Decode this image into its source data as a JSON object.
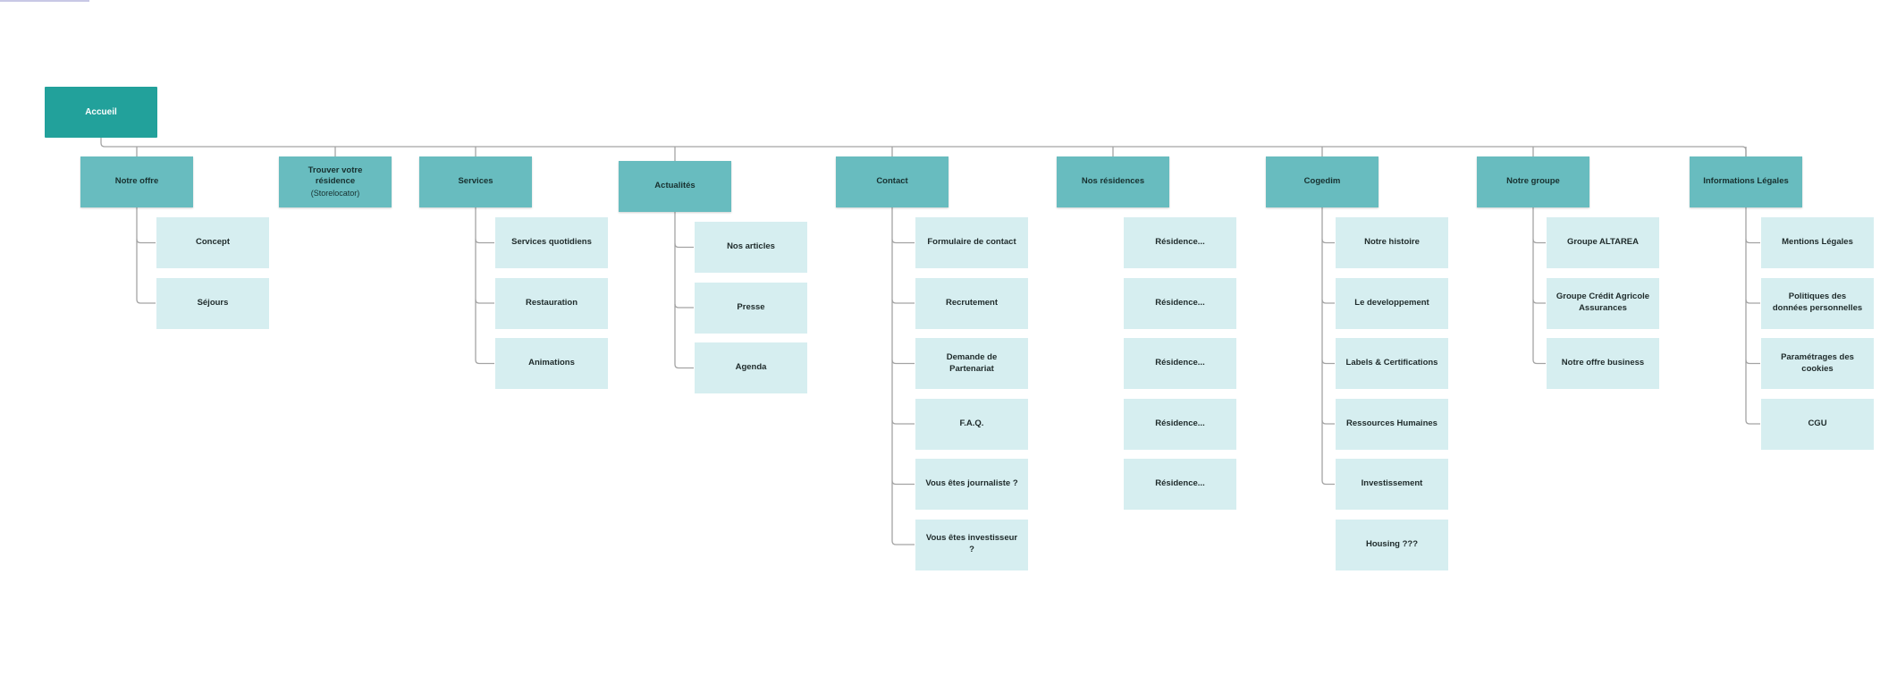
{
  "root": {
    "label": "Accueil"
  },
  "sections": [
    {
      "id": "notre-offre",
      "label": "Notre offre",
      "children": [
        "Concept",
        "Séjours"
      ]
    },
    {
      "id": "trouver-residence",
      "label": "Trouver votre résidence",
      "sublabel": "(Storelocator)",
      "children": []
    },
    {
      "id": "services",
      "label": "Services",
      "children": [
        "Services quotidiens",
        "Restauration",
        "Animations"
      ]
    },
    {
      "id": "actualites",
      "label": "Actualités",
      "children": [
        "Nos articles",
        "Presse",
        "Agenda"
      ]
    },
    {
      "id": "contact",
      "label": "Contact",
      "children": [
        "Formulaire de contact",
        "Recrutement",
        "Demande de Partenariat",
        "F.A.Q.",
        "Vous êtes journaliste ?",
        "Vous êtes investisseur ?"
      ]
    },
    {
      "id": "nos-residences",
      "label": "Nos résidences",
      "children": [
        "Résidence...",
        "Résidence...",
        "Résidence...",
        "Résidence...",
        "Résidence..."
      ]
    },
    {
      "id": "cogedim",
      "label": "Cogedim",
      "children": [
        "Notre histoire",
        "Le developpement",
        "Labels & Certifications",
        "Ressources Humaines",
        "Investissement",
        "Housing ???"
      ]
    },
    {
      "id": "notre-groupe",
      "label": "Notre groupe",
      "children": [
        "Groupe ALTAREA",
        "Groupe Crédit Agricole Assurances",
        "Notre offre business"
      ]
    },
    {
      "id": "informations-legales",
      "label": "Informations Légales",
      "children": [
        "Mentions Légales",
        "Politiques des données personnelles",
        "Paramétrages des cookies",
        "CGU"
      ]
    }
  ],
  "colors": {
    "root": "#22a19b",
    "section": "#68bcbf",
    "child": "#d6eef0",
    "connector": "#a3a3a3"
  }
}
